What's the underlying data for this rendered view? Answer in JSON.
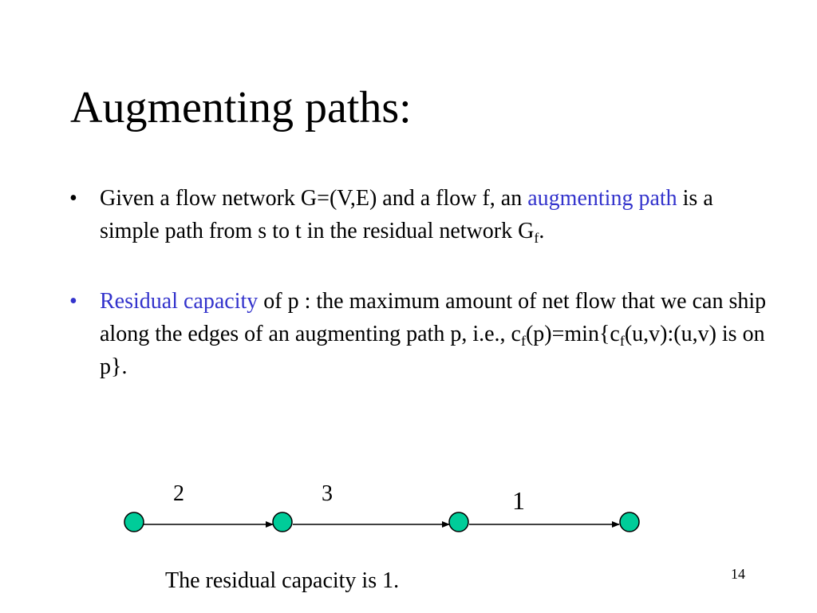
{
  "slide": {
    "title": "Augmenting paths:",
    "page_number": "14"
  },
  "bullets": [
    {
      "mark": "•",
      "lead": "Given a flow network G=(V,E) and a flow f, an ",
      "term": "augmenting path",
      "rest": " is a simple path from s to t in the residual network G",
      "sub": "f",
      "end": "."
    },
    {
      "mark": "•",
      "term": "Residual capacity",
      "rest": " of p : the maximum amount of net flow that we can ship along the edges of an augmenting path p, i.e.,  c",
      "sub1": "f",
      "mid": "(p)=min{c",
      "sub2": "f",
      "end": "(u,v):(u,v) is on p}."
    }
  ],
  "diagram": {
    "edge_capacities": [
      "2",
      "3",
      "1"
    ],
    "node_color": "#00cc99",
    "edge_color": "#000000"
  },
  "caption": "The residual capacity is 1.",
  "colors": {
    "term": "#3333cc",
    "text": "#000000",
    "background": "#ffffff"
  }
}
